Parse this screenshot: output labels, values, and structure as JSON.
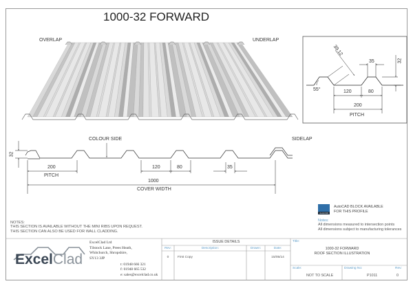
{
  "title": "1000-32 FORWARD",
  "illustration": {
    "overlap": "OVERLAP",
    "underlap": "UNDERLAP"
  },
  "section": {
    "colour_side": "COLOUR SIDE",
    "sidelap": "SIDELAP",
    "height": "32",
    "pitch_value": "200",
    "pitch_label": "PITCH",
    "trough": "120",
    "rib_base": "80",
    "crest": "35",
    "cover_value": "1000",
    "cover_label": "COVER WIDTH"
  },
  "detail": {
    "slope": "39.12",
    "crest": "35",
    "height": "32",
    "angle": "55°",
    "trough": "120",
    "rib_base": "80",
    "pitch_value": "200",
    "pitch_label": "PITCH"
  },
  "autocad": {
    "line1": "AutoCAD BLOCK AVAILABLE",
    "line2": "FOR THIS PROFILE",
    "badge": "AutoCAD"
  },
  "notes_right": {
    "heading": "Notes:",
    "line1": "All dimensions measured to intersection points",
    "line2": "All dimensions subject to manufacturing tolerances"
  },
  "notes_left": {
    "heading": "NOTES:",
    "line1": "THIS SECTION IS AVAILABLE WITHOUT THE MINI RIBS UPON REQUEST.",
    "line2": "THIS SECTION CAN ALSO BE USED FOR WALL CLADDING."
  },
  "company": {
    "logo": "ExcelClad",
    "name": "ExcelClad Ltd",
    "address1": "Tilstock Lane, Prees Heath,",
    "address2": "Whitchurch, Shropshire,",
    "postcode": "SY13 3JP",
    "tel": "t: 01948 666 321",
    "fax": "f: 01948 665 532",
    "email": "e: sales@excelclad.co.uk"
  },
  "issue": {
    "heading": "ISSUE DETAILS",
    "columns": [
      "Rev:",
      "Description:",
      "Drawn:",
      "Date:"
    ],
    "rows": [
      {
        "rev": "0",
        "description": "First Copy",
        "drawn": "",
        "date": "15/05/14"
      }
    ]
  },
  "title_block": {
    "title_label": "Title:",
    "title_line1": "1000-32 FORWARD",
    "title_line2": "ROOF SECTION ILLUSTRATION",
    "scale_label": "Scale:",
    "scale": "NOT TO SCALE",
    "drawing_label": "Drawing No:",
    "drawing_no": "P1011",
    "rev_label": "Rev:",
    "rev": "0"
  },
  "colors": {
    "line": "#333333",
    "frame": "#9a9a9a",
    "label_blue": "#5b9bc8",
    "logo_dark": "#3a4654",
    "logo_light": "#8a929a"
  }
}
